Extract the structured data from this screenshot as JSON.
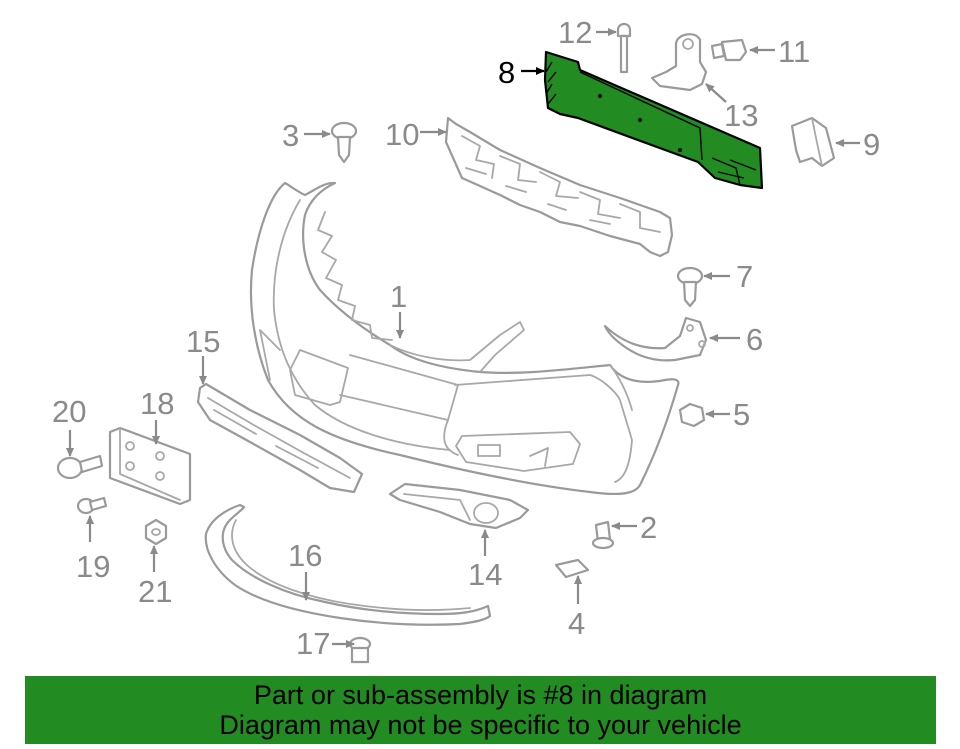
{
  "highlight_color": "#228b22",
  "callouts": {
    "c1": "1",
    "c2": "2",
    "c3": "3",
    "c4": "4",
    "c5": "5",
    "c6": "6",
    "c7": "7",
    "c8": "8",
    "c9": "9",
    "c10": "10",
    "c11": "11",
    "c12": "12",
    "c13": "13",
    "c14": "14",
    "c15": "15",
    "c16": "16",
    "c17": "17",
    "c18": "18",
    "c19": "19",
    "c20": "20",
    "c21": "21"
  },
  "highlighted_part": "8",
  "banner": {
    "line1": "Part or sub-assembly is #8 in diagram",
    "line2": "Diagram may not be specific to your vehicle"
  }
}
